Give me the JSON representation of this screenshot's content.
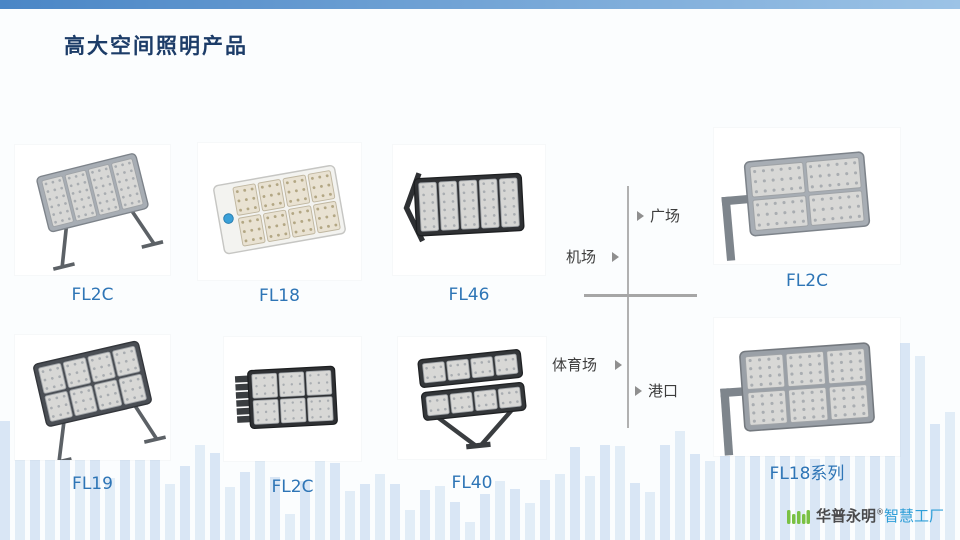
{
  "slide": {
    "title": "高大空间照明产品"
  },
  "products": [
    {
      "label": "FL2C",
      "variant": {
        "body": "#a7adb4",
        "stroke": "#7d838a",
        "rows": 1,
        "cols": 4,
        "tilt": -14,
        "mount": "stand",
        "bw": 112,
        "bh": 62
      }
    },
    {
      "label": "FL18",
      "variant": {
        "body": "#f3f3f0",
        "stroke": "#c6c6c3",
        "rows": 2,
        "cols": 4,
        "tilt": -10,
        "mount": "none",
        "sensor": true,
        "padL": 20,
        "mod": "#e9e2d2",
        "modStroke": "#c0b7a0",
        "dot": "#b3a784",
        "bw": 128,
        "bh": 72
      }
    },
    {
      "label": "FL46",
      "variant": {
        "body": "#2f3134",
        "stroke": "#1d1f21",
        "rows": 1,
        "cols": 5,
        "tilt": -3,
        "mount": "yoke-left",
        "mod": "#d6d6d4",
        "bw": 120,
        "bh": 64
      }
    },
    {
      "label": "FL2C",
      "variant": {
        "body": "#a7adb4",
        "stroke": "#7d838a",
        "rows": 2,
        "cols": 2,
        "tilt": -5,
        "mount": "arm-left",
        "bw": 116,
        "bh": 72
      }
    },
    {
      "label": "FL19",
      "variant": {
        "body": "#4a4e54",
        "stroke": "#33363b",
        "rows": 2,
        "cols": 4,
        "tilt": -13,
        "mount": "stand",
        "bw": 118,
        "bh": 70
      }
    },
    {
      "label": "FL2C",
      "variant": {
        "body": "#2e3033",
        "stroke": "#1c1e20",
        "rows": 2,
        "cols": 3,
        "tilt": -3,
        "mount": "fins-left",
        "bw": 108,
        "bh": 72
      }
    },
    {
      "label": "FL40",
      "variant": {
        "body": "#34373a",
        "stroke": "#202224",
        "rows": 2,
        "cols": 4,
        "tilt": -6,
        "mount": "yoke",
        "stacked": true,
        "bw": 118,
        "bh": 70
      }
    },
    {
      "label": "FL18系列",
      "variant": {
        "body": "#9aa0a7",
        "stroke": "#74797f",
        "rows": 2,
        "cols": 3,
        "tilt": -4,
        "mount": "arm-left",
        "bw": 124,
        "bh": 76
      }
    }
  ],
  "applications": [
    {
      "label": "广场"
    },
    {
      "label": "机场"
    },
    {
      "label": "体育场"
    },
    {
      "label": "港口"
    }
  ],
  "logo": {
    "name_bold": "华普永明",
    "reg": "®",
    "name_light": "智慧工厂"
  },
  "colors": {
    "accent_blue": "#2e75b6",
    "title_navy": "#1c3c68",
    "equalizer_bar": "#c3d9ef",
    "diagram_line": "#a6a6a6",
    "logo_green": "#7ac143",
    "logo_light_blue": "#2f9fd8"
  }
}
